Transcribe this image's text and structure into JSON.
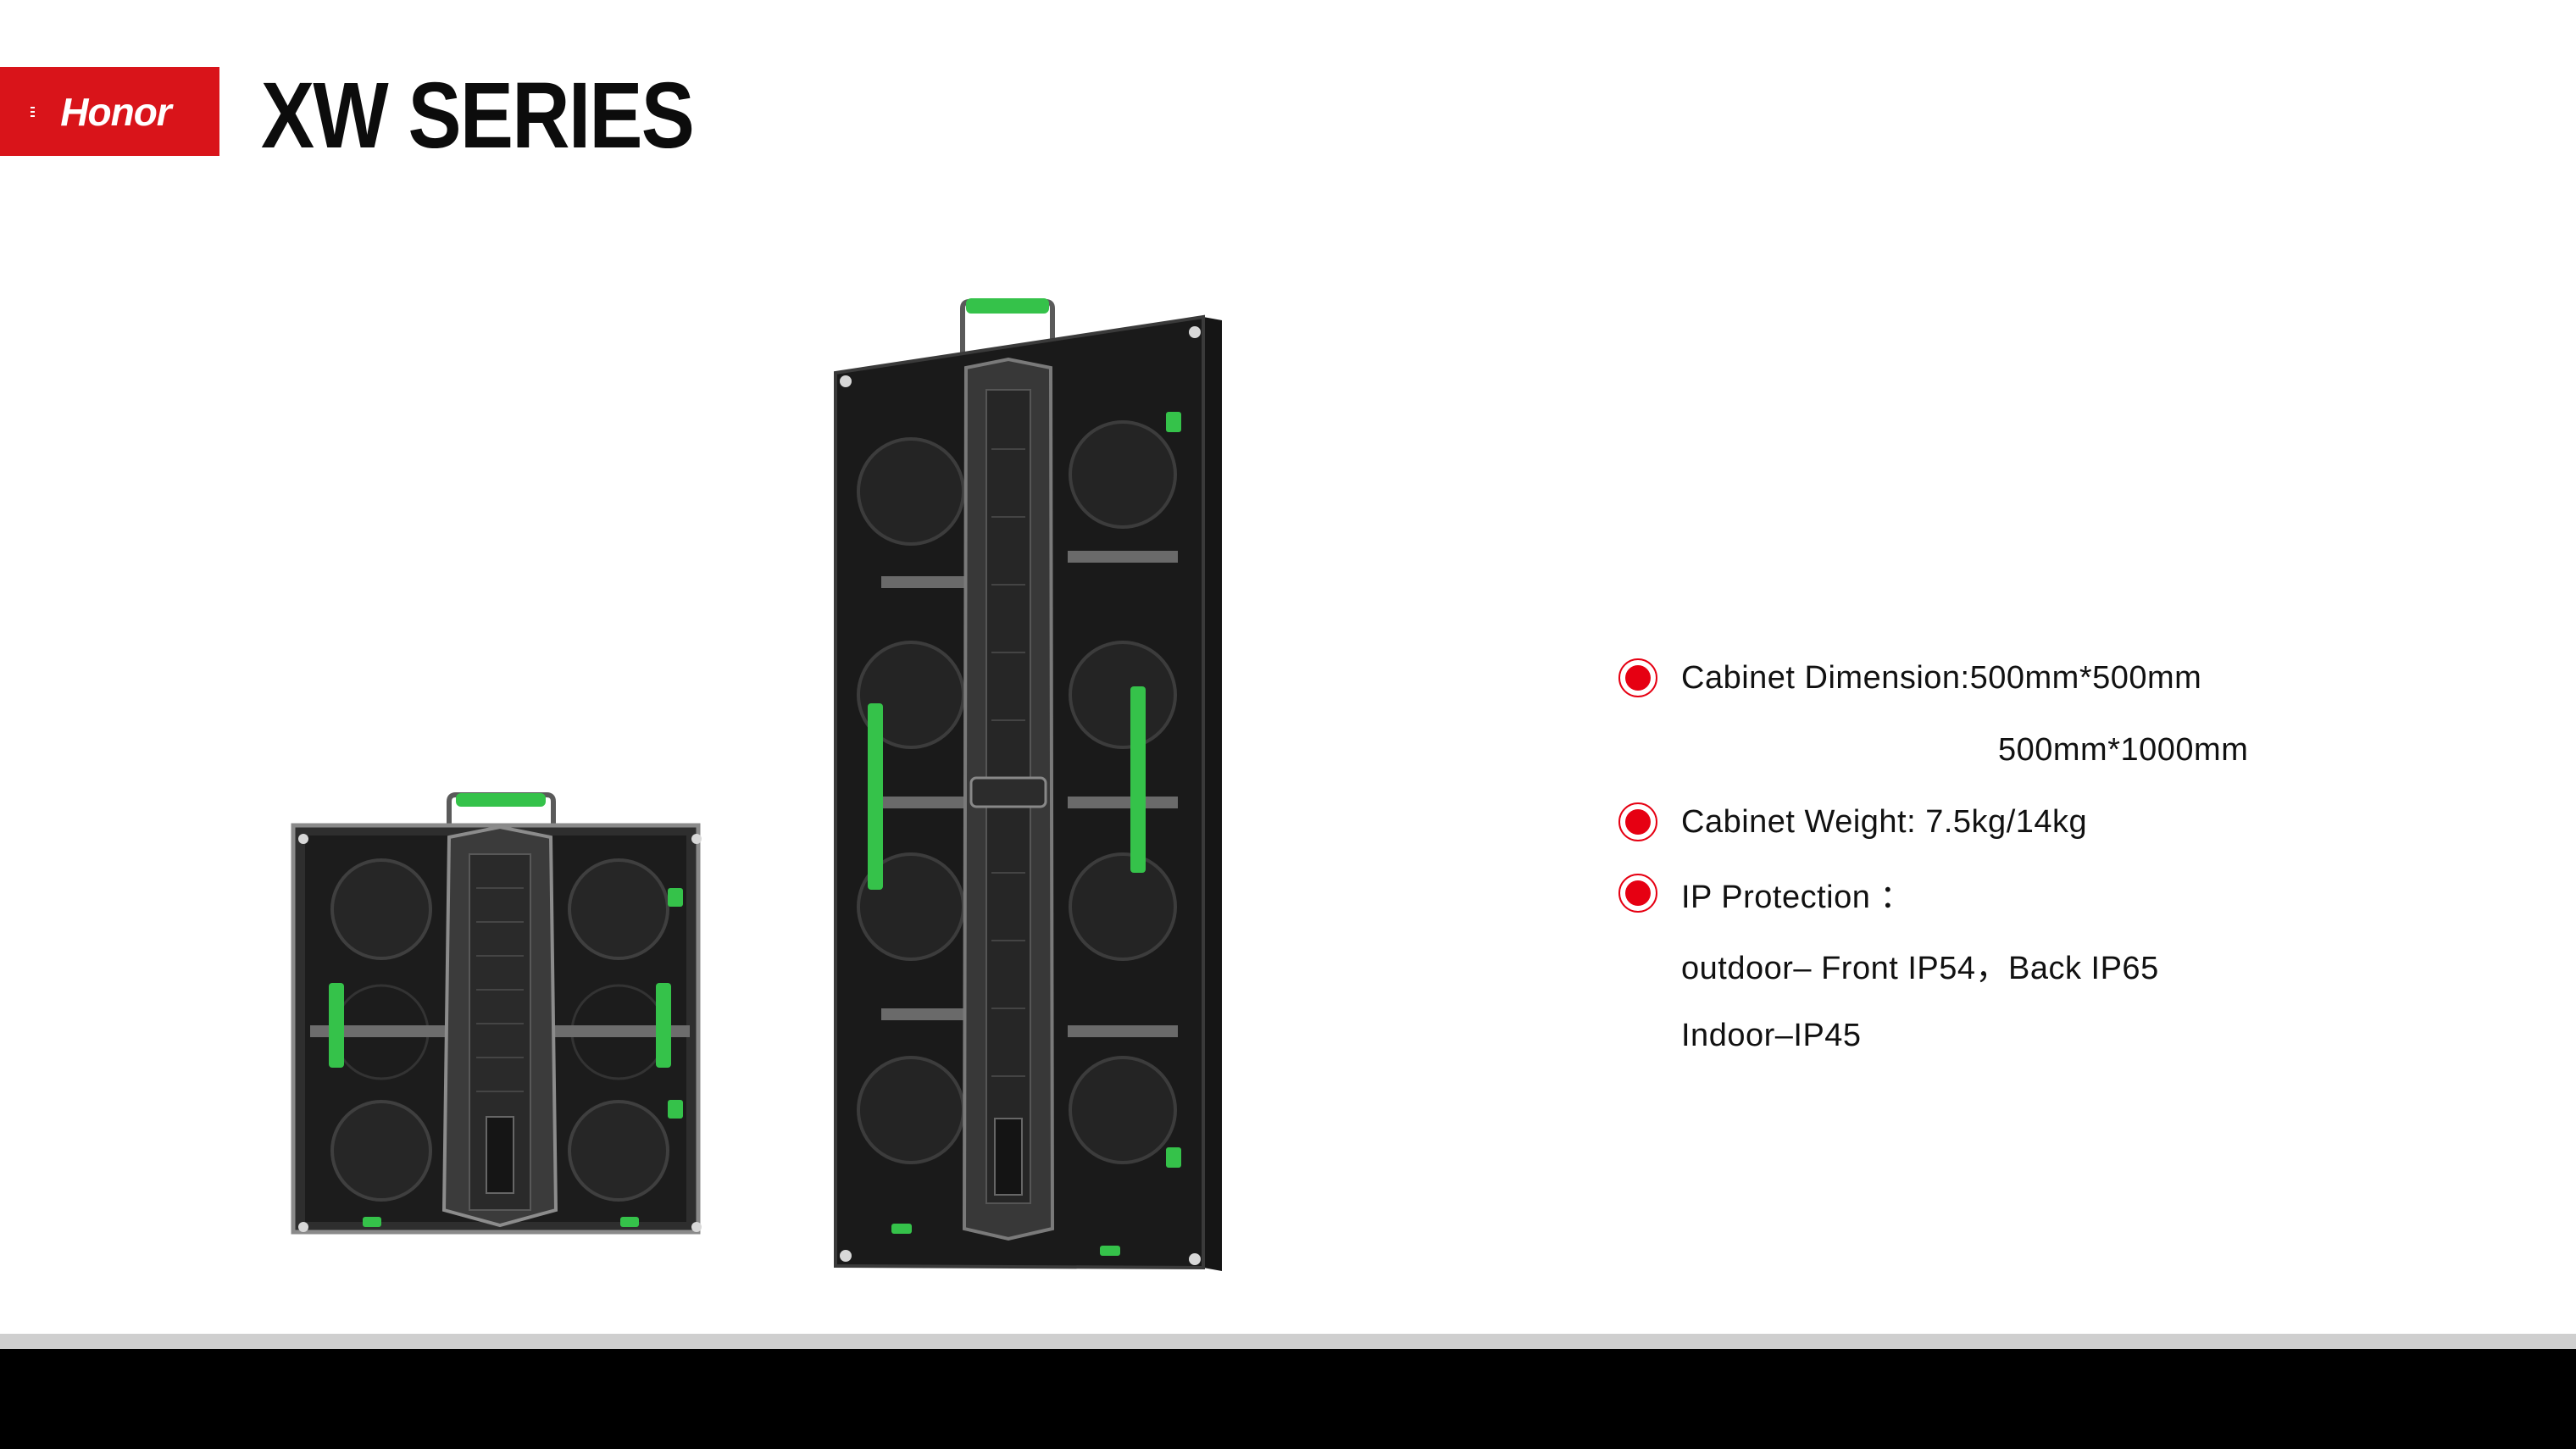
{
  "logo": {
    "text": "Honor",
    "color": "#d9141a"
  },
  "title": "XW SERIES",
  "products": [
    {
      "name": "cabinet-500x500"
    },
    {
      "name": "cabinet-500x1000"
    }
  ],
  "specs": {
    "dimension_label": "Cabinet Dimension:500mm*500mm",
    "dimension_label_2": "500mm*1000mm",
    "weight": "Cabinet Weight: 7.5kg/14kg",
    "ip_label": "IP Protection ：",
    "ip_outdoor": "outdoor– Front IP54，Back IP65",
    "ip_indoor": "Indoor–IP45"
  },
  "colors": {
    "accent": "#e60012",
    "handle_green": "#35c24a",
    "footer": "#000000"
  }
}
